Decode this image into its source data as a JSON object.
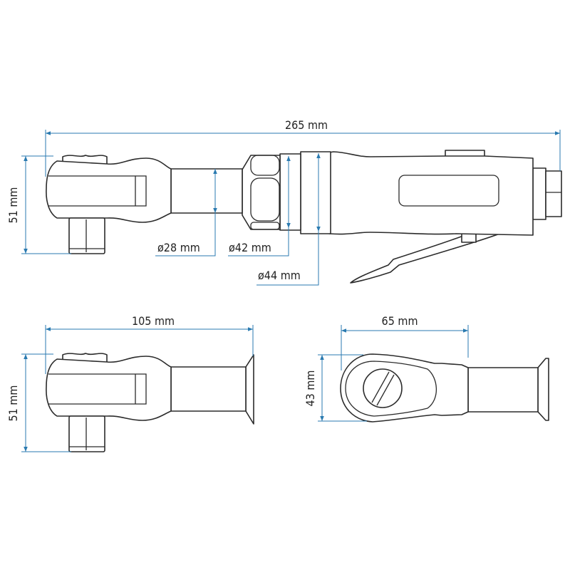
{
  "dimension_color": "#2a7ab0",
  "outline_color": "#2b2b2b",
  "views": {
    "side": {
      "length_label": "265 mm",
      "height_label": "51 mm",
      "shaft_diameter_label": "ø28 mm",
      "nut_diameter_label": "ø42 mm",
      "body_diameter_label": "ø44 mm"
    },
    "head_side": {
      "length_label": "105 mm",
      "height_label": "51 mm"
    },
    "head_top": {
      "length_label": "65 mm",
      "height_label": "43 mm"
    }
  }
}
